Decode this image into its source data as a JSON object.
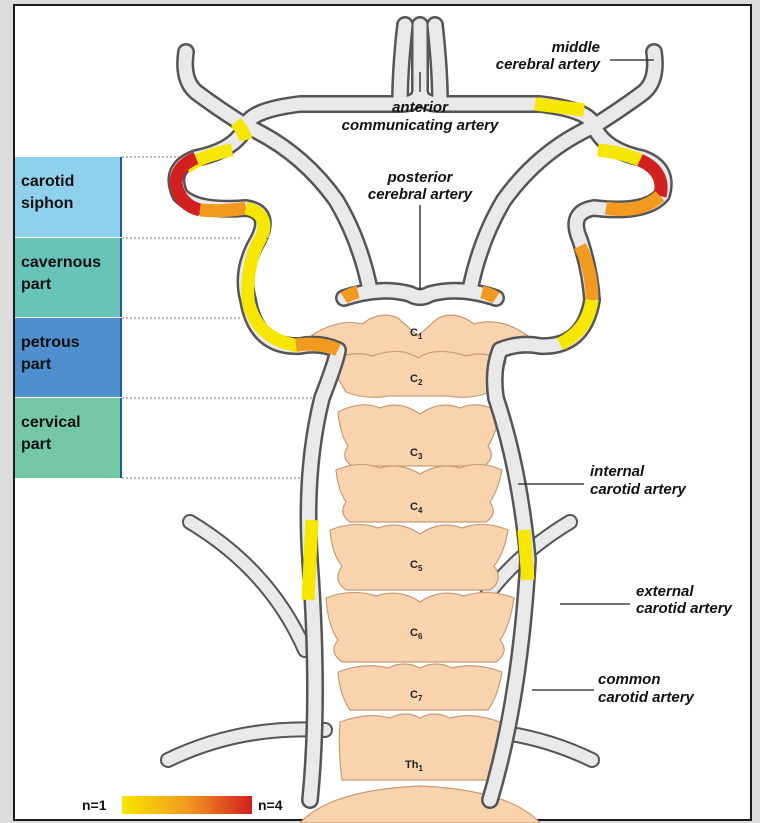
{
  "colors": {
    "segment_siphon": "#8fd0ec",
    "segment_cavernous": "#68c4b8",
    "segment_petrous": "#4f8fcd",
    "segment_cervical": "#74c8a6",
    "vertebra": "#f8d3ad",
    "artery": "#e9e9e9",
    "lesion_low": "#f7e600",
    "lesion_mid": "#f29a1f",
    "lesion_high": "#d21f1f"
  },
  "segments": [
    {
      "name": "carotid_siphon",
      "label_line1": "carotid",
      "label_line2": "siphon"
    },
    {
      "name": "cavernous_part",
      "label_line1": "cavernous",
      "label_line2": "part"
    },
    {
      "name": "petrous_part",
      "label_line1": "petrous",
      "label_line2": "part"
    },
    {
      "name": "cervical_part",
      "label_line1": "cervical",
      "label_line2": "part"
    }
  ],
  "labels": {
    "middle_cerebral": {
      "line1": "middle",
      "line2": "cerebral artery"
    },
    "anterior_communicating": {
      "line1": "anterior",
      "line2": "communicating artery"
    },
    "posterior_cerebral": {
      "line1": "posterior",
      "line2": "cerebral artery"
    },
    "internal_carotid": {
      "line1": "internal",
      "line2": "carotid artery"
    },
    "external_carotid": {
      "line1": "external",
      "line2": "carotid artery"
    },
    "common_carotid": {
      "line1": "common",
      "line2": "carotid artery"
    }
  },
  "vertebrae": [
    {
      "base": "C",
      "sub": "1"
    },
    {
      "base": "C",
      "sub": "2"
    },
    {
      "base": "C",
      "sub": "3"
    },
    {
      "base": "C",
      "sub": "4"
    },
    {
      "base": "C",
      "sub": "5"
    },
    {
      "base": "C",
      "sub": "6"
    },
    {
      "base": "C",
      "sub": "7"
    },
    {
      "base": "Th",
      "sub": "1"
    }
  ],
  "legend": {
    "min_label": "n=1",
    "max_label": "n=4"
  }
}
